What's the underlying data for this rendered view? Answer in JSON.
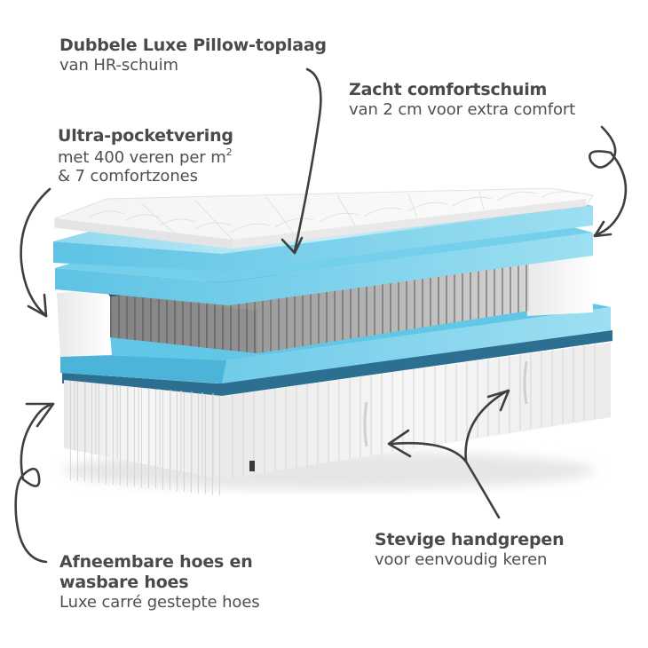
{
  "features": [
    {
      "id": "pillow-top",
      "title": "Dubbele Luxe Pillow-toplaag",
      "lines": [
        "van HR-schuim"
      ]
    },
    {
      "id": "comfort-foam",
      "title": "Zacht comfortschuim",
      "lines": [
        "van 2 cm voor extra comfort"
      ]
    },
    {
      "id": "pocket-springs",
      "title": "Ultra-pocketvering",
      "lines": [
        "met 400 veren per m",
        "& 7 comfortzones"
      ],
      "superscript": "2"
    },
    {
      "id": "handles",
      "title": "Stevige handgrepen",
      "lines": [
        "voor eenvoudig keren"
      ]
    },
    {
      "id": "cover",
      "title_lines": [
        "Afneembare hoes en",
        "wasbare hoes"
      ],
      "lines": [
        "Luxe carré gestepte hoes"
      ]
    }
  ],
  "colors": {
    "text": "#4a4a4a",
    "arrow": "#3f3f3f",
    "foam_light": "#bfeaf6",
    "foam_mid": "#6cc9e6",
    "foam_dark": "#2f7fa3",
    "cover": "#f2f2f2",
    "springs": "#9a9a9a"
  }
}
